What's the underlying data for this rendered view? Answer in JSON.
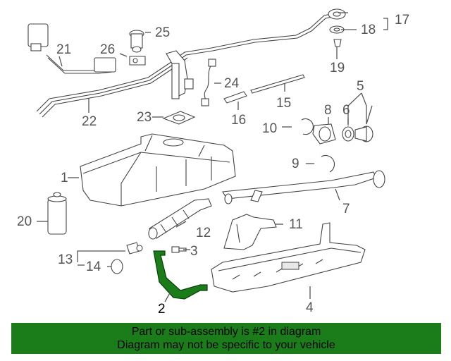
{
  "callouts": {
    "n1": "1",
    "n2": "2",
    "n3": "3",
    "n4": "4",
    "n5": "5",
    "n6": "6",
    "n7": "7",
    "n8": "8",
    "n9": "9",
    "n10": "10",
    "n11": "11",
    "n12": "12",
    "n13": "13",
    "n14": "14",
    "n15": "15",
    "n16": "16",
    "n17": "17",
    "n18": "18",
    "n19": "19",
    "n20": "20",
    "n21": "21",
    "n22": "22",
    "n23": "23",
    "n24": "24",
    "n25": "25",
    "n26": "26"
  },
  "highlight": {
    "color": "#1a7d1a"
  },
  "banner": {
    "line1": "Part or sub-assembly is #2 in diagram",
    "line2": "Diagram may not be specific to your vehicle",
    "background": "#1a7d1a"
  }
}
